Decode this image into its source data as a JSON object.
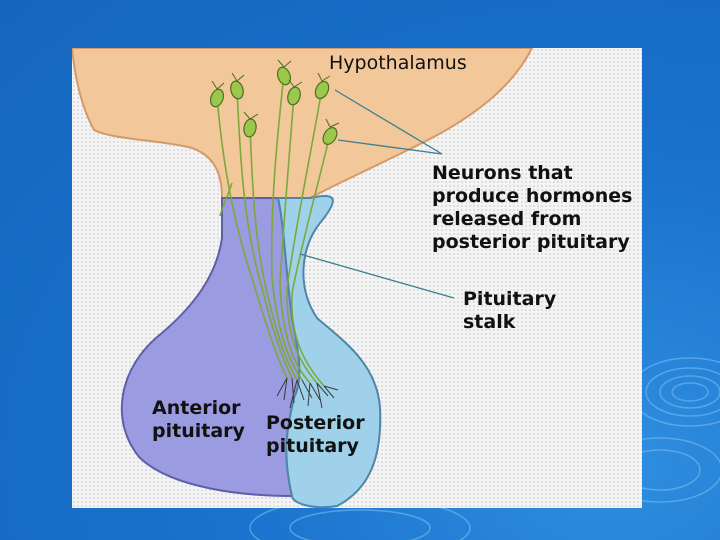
{
  "slide": {
    "background_color": "#1a72cc",
    "panel_color": "#f4f4f4"
  },
  "diagram": {
    "labels": {
      "hypothalamus": "Hypothalamus",
      "neurons": [
        "Neurons that",
        "produce hormones",
        "released from",
        "posterior pituitary"
      ],
      "stalk": [
        "Pituitary",
        "stalk"
      ],
      "anterior": [
        "Anterior",
        "pituitary"
      ],
      "posterior": [
        "Posterior",
        "pituitary"
      ]
    },
    "colors": {
      "hypothalamus_fill": "#f2c79a",
      "anterior_fill": "#9a9be0",
      "posterior_fill": "#9fd2ea",
      "neuron_color": "#9ac84c",
      "leader_line": "#3b7f93"
    }
  }
}
